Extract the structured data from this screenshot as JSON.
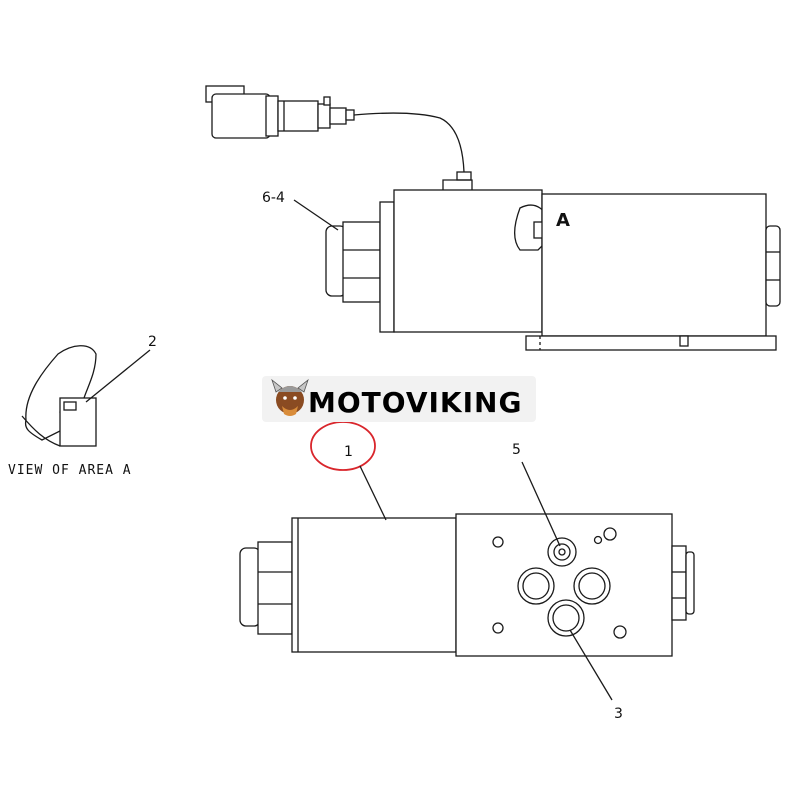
{
  "callouts": {
    "c1": "1",
    "c2": "2",
    "c3": "3",
    "c5": "5",
    "c64": "6-4",
    "area_marker": "A"
  },
  "view_label": "VIEW OF AREA A",
  "watermark": {
    "text": "MOTOVIKING",
    "icon": "viking-mascot-icon"
  },
  "colors": {
    "line": "#1a1a1a",
    "highlight_circle": "#d9262c",
    "watermark_bg": "#f2f2f2"
  }
}
